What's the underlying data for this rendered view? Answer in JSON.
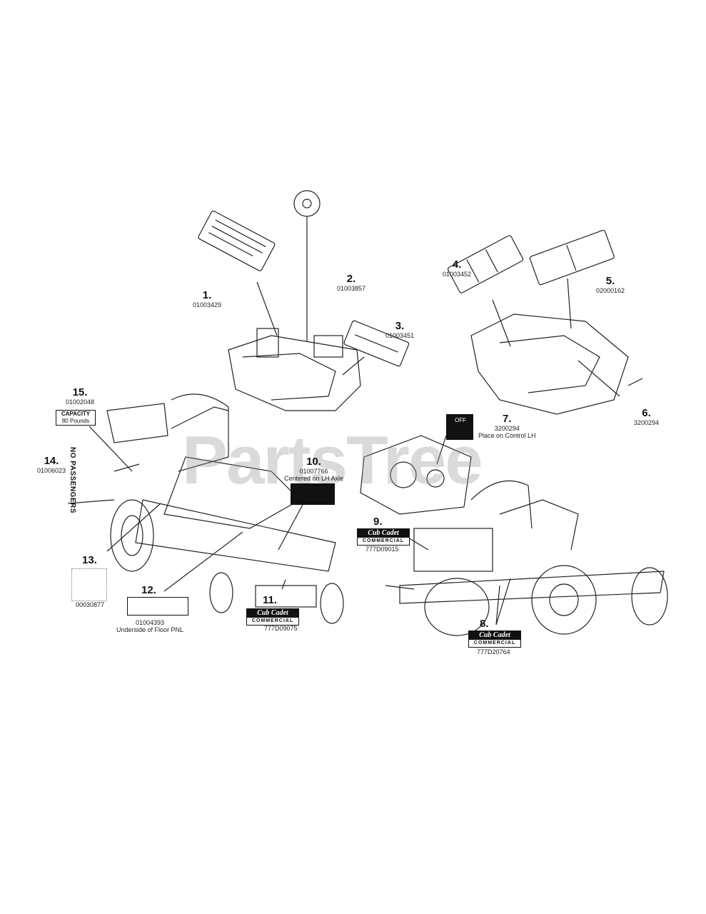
{
  "watermark": "PartsTree",
  "callouts": [
    {
      "num": "1.",
      "pn": "01003429"
    },
    {
      "num": "2.",
      "pn": "01003857"
    },
    {
      "num": "3.",
      "pn": "01003451"
    },
    {
      "num": "4.",
      "pn": "01003452"
    },
    {
      "num": "5.",
      "pn": "02000162"
    },
    {
      "num": "6.",
      "pn": "3200294"
    },
    {
      "num": "7.",
      "pn": "3200294",
      "note": "Place on Control LH"
    },
    {
      "num": "8.",
      "pn": "777D20764"
    },
    {
      "num": "9.",
      "pn": "777D09015"
    },
    {
      "num": "10.",
      "pn": "01007766",
      "note": "Centered on LH Axle"
    },
    {
      "num": "11.",
      "pn": "777D09075"
    },
    {
      "num": "12.",
      "pn": "01004393",
      "note": "Underside of Floor PNL"
    },
    {
      "num": "13.",
      "pn": "00030877"
    },
    {
      "num": "14.",
      "pn": "01006023"
    },
    {
      "num": "15.",
      "pn": "01002048"
    }
  ],
  "decals": {
    "capacity_title": "CAPACITY",
    "capacity_value": "80 Pounds",
    "no_passengers": "NO PASSENGERS",
    "off_label": "OFF",
    "logo_brand": "Cub Cadet",
    "logo_sub": "COMMERCIAL"
  }
}
